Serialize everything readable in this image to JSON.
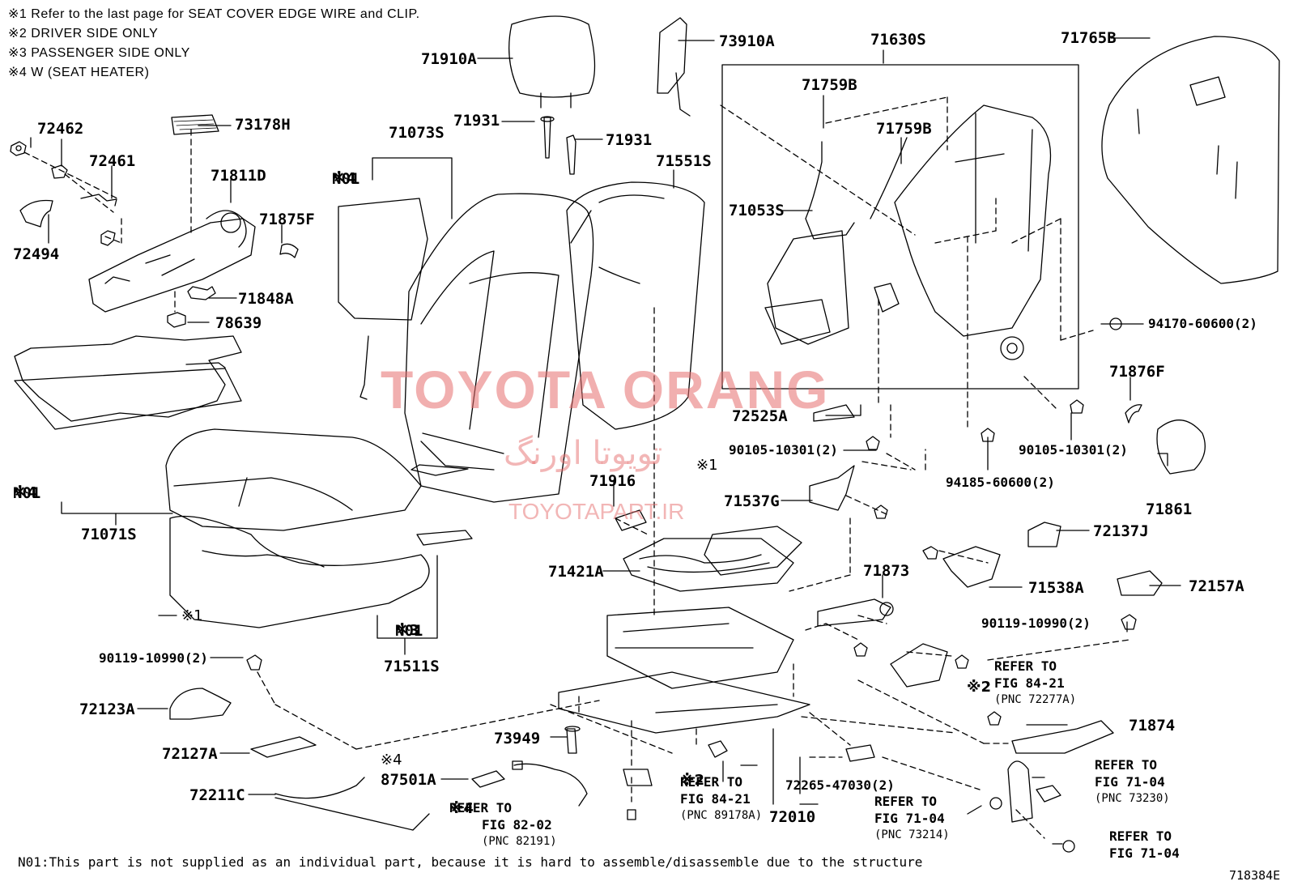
{
  "diagram_id": "718384E",
  "notes": [
    {
      "mark": "※1",
      "text": "Refer to the last page for SEAT COVER EDGE WIRE and CLIP."
    },
    {
      "mark": "※2",
      "text": "DRIVER SIDE ONLY"
    },
    {
      "mark": "※3",
      "text": "PASSENGER  SIDE ONLY"
    },
    {
      "mark": "※4",
      "text": "W (SEAT  HEATER)"
    }
  ],
  "footer_note": "N01:This part is not supplied as an individual part, because it is hard to assemble/disassemble due to the structure",
  "watermark": {
    "line1": "TOYOTA ORANG",
    "line2": "تویوتا اورنگ",
    "line3": "TOYOTAPART.IR"
  },
  "parts": {
    "p72462": "72462",
    "p72461": "72461",
    "p72494": "72494",
    "p73178H": "73178H",
    "p71811D": "71811D",
    "p71875F": "71875F",
    "p71848A": "71848A",
    "p78639": "78639",
    "p71910A": "71910A",
    "p71931a": "71931",
    "p71931b": "71931",
    "p73910A": "73910A",
    "p71073S": "71073S",
    "p71551S": "71551S",
    "p71630S": "71630S",
    "p71765B": "71765B",
    "p71759Ba": "71759B",
    "p71759Bb": "71759B",
    "p71053S": "71053S",
    "p94170": "94170-60600(2)",
    "p71876F": "71876F",
    "p72525A": "72525A",
    "p90105a": "90105-10301(2)",
    "p90105b": "90105-10301(2)",
    "p94185": "94185-60600(2)",
    "p71861": "71861",
    "p71916": "71916",
    "p71537G": "71537G",
    "p71421A": "71421A",
    "p72137J": "72137J",
    "p71873": "71873",
    "p71538A": "71538A",
    "p72157A": "72157A",
    "p90119a": "90119-10990(2)",
    "p90119b": "90119-10990(2)",
    "p71071S": "71071S",
    "p71511S": "71511S",
    "p72123A": "72123A",
    "p72127A": "72127A",
    "p73949": "73949",
    "p87501A": "87501A",
    "p72211C": "72211C",
    "p72265": "72265-47030(2)",
    "p72010": "72010",
    "p71874": "71874"
  },
  "n01": "N01",
  "marks": {
    "m1": "※1",
    "m2": "※2",
    "m3": "※3",
    "m4": "※4"
  },
  "refs": {
    "r8421a": {
      "l1": "REFER TO",
      "l2": "FIG 84-21",
      "l3": "(PNC 72277A)"
    },
    "r7104a": {
      "l1": "REFER TO",
      "l2": "FIG 71-04",
      "l3": "(PNC 73230)"
    },
    "r8202": {
      "l1": "REFER TO",
      "l2": "FIG 82-02",
      "l3": "(PNC 82191)"
    },
    "r8421b": {
      "l1": "REFER TO",
      "l2": "FIG 84-21",
      "l3": "(PNC 89178A)"
    },
    "r7104b": {
      "l1": "REFER TO",
      "l2": "FIG 71-04",
      "l3": "(PNC 73214)"
    },
    "r7104c": {
      "l1": "REFER TO",
      "l2": "FIG 71-04"
    }
  }
}
